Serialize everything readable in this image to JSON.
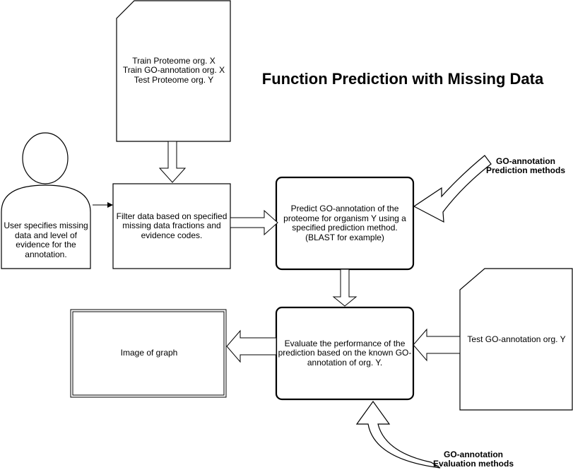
{
  "title": "Function Prediction with Missing Data",
  "input_document": {
    "line1": "Train Proteome org. X",
    "line2": "Train GO-annotation org. X",
    "line3": "Test Proteome org. Y"
  },
  "user": {
    "text": "User specifies missing data and level of evidence for the annotation."
  },
  "filter_step": {
    "text": "Filter data based on specified missing data fractions and evidence codes."
  },
  "predict_step": {
    "text": "Predict GO-annotation of the proteome for organism Y using a specified prediction method. (BLAST for example)"
  },
  "evaluate_step": {
    "text": "Evaluate the performance of the prediction based on the known GO-annotation of org. Y."
  },
  "test_document": {
    "text": "Test GO-annotation org. Y"
  },
  "graph_output": {
    "text": "Image of graph"
  },
  "prediction_methods": {
    "line1": "GO-annotation",
    "line2": "Prediction methods"
  },
  "evaluation_methods": {
    "line1": "GO-annotation",
    "line2": "Evaluation methods"
  }
}
